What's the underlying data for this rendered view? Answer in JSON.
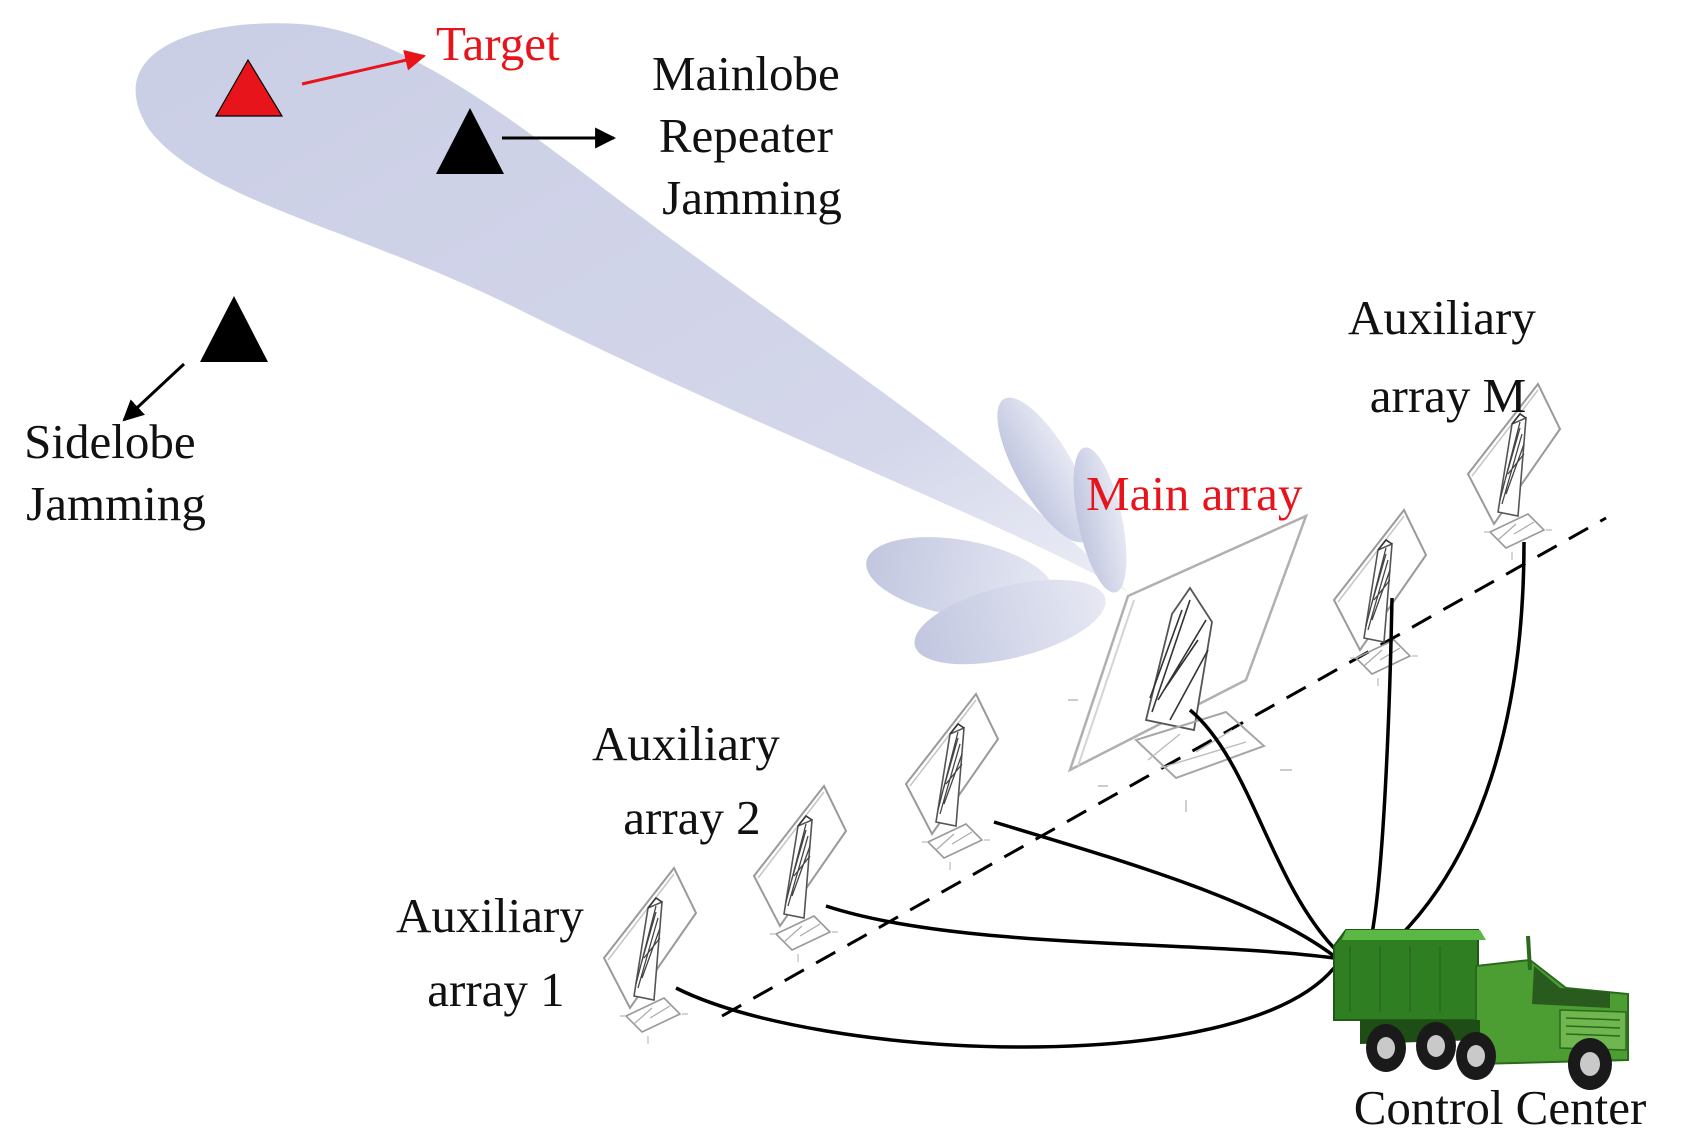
{
  "labels": {
    "target": "Target",
    "mainlobe": [
      "Mainlobe",
      "Repeater",
      "Jamming"
    ],
    "sidelobe": [
      "Sidelobe",
      "Jamming"
    ],
    "main_array": "Main array",
    "aux_m": [
      "Auxiliary",
      "array M"
    ],
    "aux_2": [
      "Auxiliary",
      "array 2"
    ],
    "aux_1": [
      "Auxiliary",
      "array 1"
    ],
    "control_center": "Control Center"
  },
  "colors": {
    "target_red": "#e8141b",
    "beam_fill": "#c9cde4",
    "truck_green": "#3f9a2b",
    "truck_dark": "#236b1b",
    "jammer": "#000000",
    "array_line": "#8a8a8a"
  }
}
